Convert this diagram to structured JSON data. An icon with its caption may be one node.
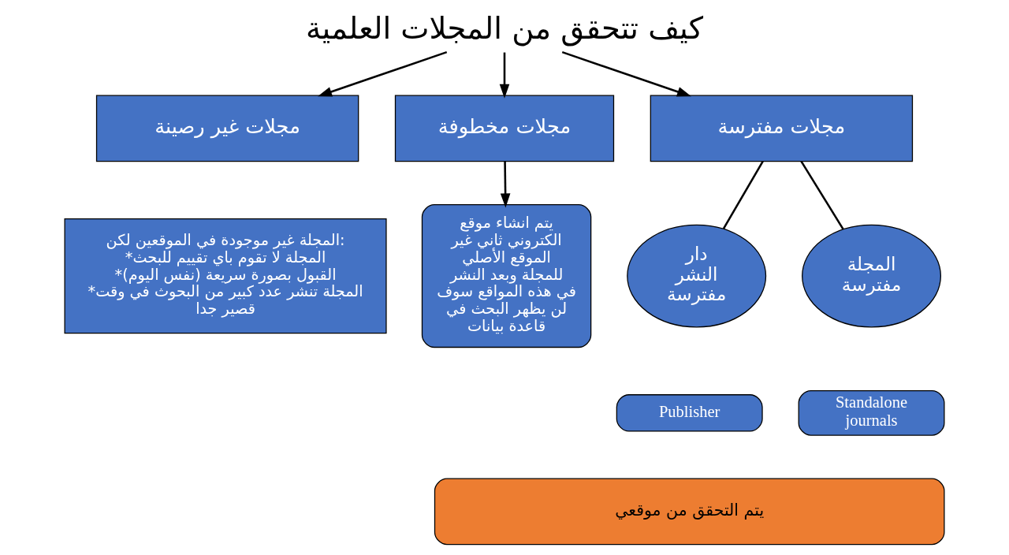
{
  "diagram": {
    "nodes": [
      {
        "text": [
          "كيف تتحقق من المجلات العلمية"
        ]
      },
      {
        "text": [
          "مجلات مفترسة"
        ]
      },
      {
        "text": [
          "مجلات مخطوفة"
        ]
      },
      {
        "text": [
          "مجلات غير رصينة"
        ]
      },
      {
        "text": [
          "المجلة غير موجودة في الموقعين لكن:",
          "*المجلة لا تقوم باي تقييم للبحث",
          "*القبول بصورة سريعة (نفس اليوم)",
          "*المجلة تنشر عدد كبير من البحوث في وقت قصير جدا"
        ]
      },
      {
        "text": [
          "يتم انشاء موقع الكتروني ثاني غير الموقع الأصلي للمجلة وبعد النشر في هذه المواقع سوف لن يظهر البحث في قاعدة بيانات"
        ]
      },
      {
        "text": [
          "المجلة مفترسة"
        ]
      },
      {
        "text": [
          "دار النشر مفترسة"
        ]
      },
      {
        "text": [
          "Standalone journals"
        ]
      },
      {
        "text": [
          "Publisher"
        ]
      },
      {
        "text": [
          "يتم التحقق من موقعي"
        ]
      }
    ],
    "edges": [
      {
        "from": 0,
        "to": 1,
        "arrow": "to"
      },
      {
        "from": 0,
        "to": 2,
        "arrow": "to"
      },
      {
        "from": 0,
        "to": 3,
        "arrow": "to"
      },
      {
        "from": 2,
        "to": 5,
        "arrow": "to"
      },
      {
        "from": 1,
        "to": 6,
        "arrow": "none"
      },
      {
        "from": 1,
        "to": 7,
        "arrow": "none"
      }
    ]
  }
}
